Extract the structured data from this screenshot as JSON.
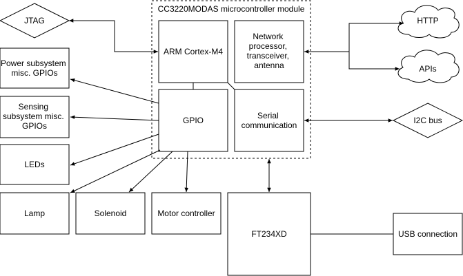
{
  "module": {
    "title": "CC3220MODAS microcontroller module"
  },
  "nodes": {
    "jtag": {
      "label": "JTAG"
    },
    "arm": {
      "label": "ARM Cortex-M4"
    },
    "network": {
      "lines": [
        "Network",
        "processor,",
        "transceiver,",
        "antenna"
      ]
    },
    "gpio": {
      "label": "GPIO"
    },
    "serial": {
      "lines": [
        "Serial",
        "communication"
      ]
    },
    "http": {
      "label": "HTTP"
    },
    "apis": {
      "label": "APIs"
    },
    "i2c": {
      "label": "I2C bus"
    },
    "power": {
      "lines": [
        "Power subsystem",
        "misc. GPIOs"
      ]
    },
    "sensing": {
      "lines": [
        "Sensing",
        "subsystem misc.",
        "GPIOs"
      ]
    },
    "leds": {
      "label": "LEDs"
    },
    "lamp": {
      "label": "Lamp"
    },
    "solenoid": {
      "label": "Solenoid"
    },
    "motor": {
      "label": "Motor controller"
    },
    "ft234xd": {
      "label": "FT234XD"
    },
    "usb": {
      "label": "USB connection"
    }
  }
}
